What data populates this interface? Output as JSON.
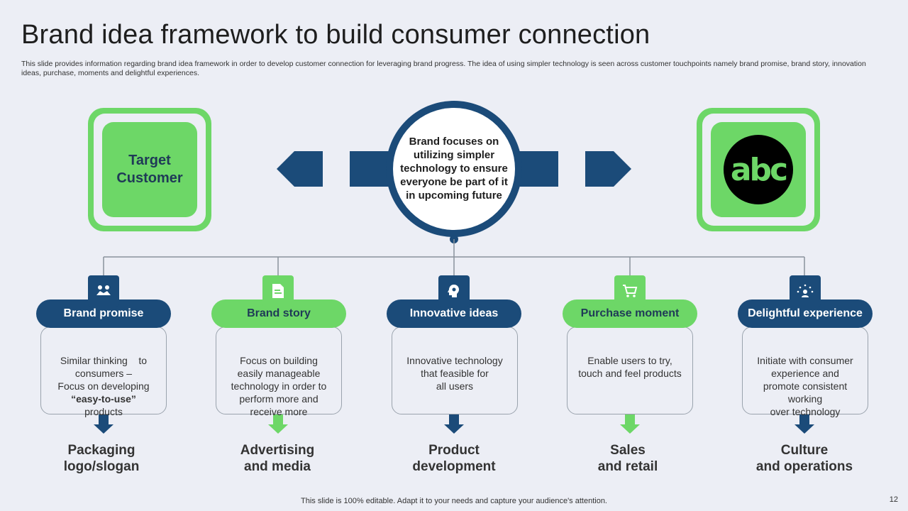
{
  "slide": {
    "title": "Brand idea framework to build consumer connection",
    "subtitle": "This slide provides information regarding brand idea framework in order to develop customer connection for leveraging brand progress. The idea of using simpler technology is seen across customer touchpoints namely brand promise, brand story, innovation ideas, purchase, moments and delightful experiences.",
    "footer": "This slide is 100% editable. Adapt it to your needs and capture your audience's attention.",
    "page_number": "12"
  },
  "left_box": {
    "line1": "Target",
    "line2": "Customer"
  },
  "right_box": {
    "logo_text": "abc"
  },
  "center": {
    "text": "Brand focuses on utilizing simpler technology to ensure everyone be part of it in upcoming future"
  },
  "colors": {
    "navy": "#1b4b79",
    "green": "#6dd767",
    "background": "#eceef5"
  },
  "columns": [
    {
      "icon": "handshake-icon",
      "heading": "Brand promise",
      "desc_lines": [
        "Similar thinking    to",
        "consumers –",
        "Focus on developing"
      ],
      "desc_bold": "“easy-to-use”",
      "desc_tail": "products",
      "outcome_line1": "Packaging",
      "outcome_line2": "logo/slogan"
    },
    {
      "icon": "document-icon",
      "heading": "Brand story",
      "desc_lines": [
        "Focus on building",
        "easily manageable",
        "technology in order to",
        "perform more and",
        "receive more"
      ],
      "outcome_line1": "Advertising",
      "outcome_line2": "and media"
    },
    {
      "icon": "head-idea-icon",
      "heading": "Innovative ideas",
      "desc_lines": [
        "Innovative technology",
        "that feasible for",
        "all users"
      ],
      "outcome_line1": "Product",
      "outcome_line2": "development"
    },
    {
      "icon": "shopping-cart-icon",
      "heading": "Purchase moment",
      "desc_lines": [
        "Enable users to try,",
        "touch and feel products"
      ],
      "outcome_line1": "Sales",
      "outcome_line2": "and retail"
    },
    {
      "icon": "star-user-icon",
      "heading": "Delightful experience",
      "desc_lines": [
        "Initiate with consumer",
        "experience and",
        "promote consistent",
        "working",
        "over technology"
      ],
      "outcome_line1": "Culture",
      "outcome_line2": "and operations"
    }
  ]
}
